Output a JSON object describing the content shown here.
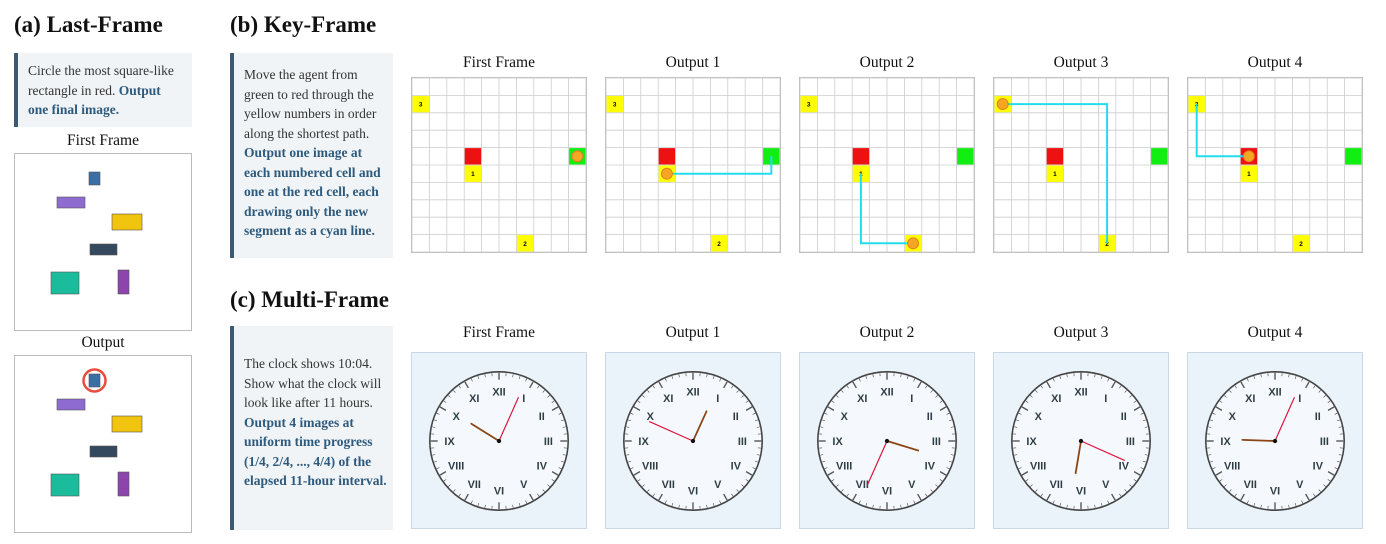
{
  "sections": {
    "a": {
      "title": "(a) Last-Frame",
      "prompt_plain": "Circle the most square-like rectangle in red.",
      "prompt_bold": "Output one final image.",
      "first_label": "First Frame",
      "output_label": "Output",
      "shapes": [
        {
          "name": "blue-square",
          "color": "#3b6ea5"
        },
        {
          "name": "purple-bar-top",
          "color": "#8e6bd1"
        },
        {
          "name": "yellow-rect",
          "color": "#f1c40f"
        },
        {
          "name": "navy-bar",
          "color": "#34495e"
        },
        {
          "name": "teal-rect",
          "color": "#1abc9c"
        },
        {
          "name": "purple-bar-vertical",
          "color": "#8e44ad"
        }
      ],
      "circle_color": "#e74c3c"
    },
    "b": {
      "title": "(b) Key-Frame",
      "prompt_plain": "Move the agent from green to red through the yellow numbers in order along the shortest path.",
      "prompt_bold": "Output one image at each numbered cell and one at the red cell, each drawing only the new segment as a cyan line.",
      "frames": [
        {
          "label": "First Frame",
          "path": "none",
          "agent": "start"
        },
        {
          "label": "Output 1",
          "path": "start-to-1",
          "agent": "1"
        },
        {
          "label": "Output 2",
          "path": "1-to-2",
          "agent": "2"
        },
        {
          "label": "Output 3",
          "path": "2-to-3",
          "agent": "3"
        },
        {
          "label": "Output 4",
          "path": "3-to-red",
          "agent": "red"
        }
      ],
      "numbers": [
        "1",
        "2",
        "3"
      ],
      "colors": {
        "red": "#ee1111",
        "green": "#11ee11",
        "yellow": "#ffff00",
        "cyan": "#22ddee",
        "agent": "#f5a623",
        "agent_stroke": "#e67e22",
        "grid": "#cccccc"
      }
    },
    "c": {
      "title": "(c) Multi-Frame",
      "prompt_plain": "The clock shows 10:04. Show what the clock will look like after 11 hours.",
      "prompt_bold": "Output 4 images at uniform time progress (1/4, 2/4, ..., 4/4) of the elapsed 11-hour interval.",
      "numerals": [
        "XII",
        "I",
        "II",
        "III",
        "IV",
        "V",
        "VI",
        "VII",
        "VIII",
        "IX",
        "X",
        "XI"
      ],
      "frames": [
        {
          "label": "First Frame",
          "hour": 10,
          "minute": 4
        },
        {
          "label": "Output 1",
          "hour": 12,
          "minute": 49
        },
        {
          "label": "Output 2",
          "hour": 3,
          "minute": 34
        },
        {
          "label": "Output 3",
          "hour": 6,
          "minute": 19
        },
        {
          "label": "Output 4",
          "hour": 9,
          "minute": 4
        }
      ],
      "colors": {
        "face": "#f5f9fd",
        "bg": "#eaf2fa",
        "rim": "#444444",
        "hour_hand": "#8b4513",
        "minute_hand": "#dc143c",
        "numeral": "#2f3e46"
      }
    }
  }
}
